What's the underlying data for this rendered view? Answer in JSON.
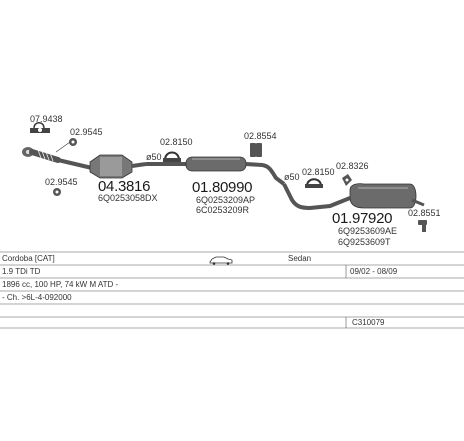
{
  "parts": [
    {
      "id": "clamp_top",
      "number": "07.9438"
    },
    {
      "id": "hanger_a",
      "number": "02.9545"
    },
    {
      "id": "hanger_b",
      "number": "02.9545"
    },
    {
      "id": "catalyst",
      "number": "04.3816",
      "ref": "6Q0253058DX"
    },
    {
      "id": "gasket_a",
      "number": "02.8150"
    },
    {
      "id": "pipe_a",
      "number": "ø50"
    },
    {
      "id": "hanger_c",
      "number": "02.8554"
    },
    {
      "id": "mid_silencer",
      "number": "01.80990",
      "ref1": "6Q0253209AP",
      "ref2": "6C0253209R"
    },
    {
      "id": "pipe_b",
      "number": "ø50"
    },
    {
      "id": "gasket_b",
      "number": "02.8150"
    },
    {
      "id": "hanger_d",
      "number": "02.8326"
    },
    {
      "id": "rear_silencer",
      "number": "01.97920",
      "ref1": "6Q9253609AE",
      "ref2": "6Q9253609T"
    },
    {
      "id": "hanger_e",
      "number": "02.8551"
    }
  ],
  "table": {
    "model": "Cordoba [CAT]",
    "body_type": "Sedan",
    "engine": "1.9 TDi TD",
    "years": "09/02 - 08/09",
    "specs": "1896 cc, 100 HP, 74 kW M ATD -",
    "chassis": "- Ch. >6L-4-092000",
    "code": "C310079"
  },
  "icons": {
    "car": "sedan-car-icon"
  }
}
